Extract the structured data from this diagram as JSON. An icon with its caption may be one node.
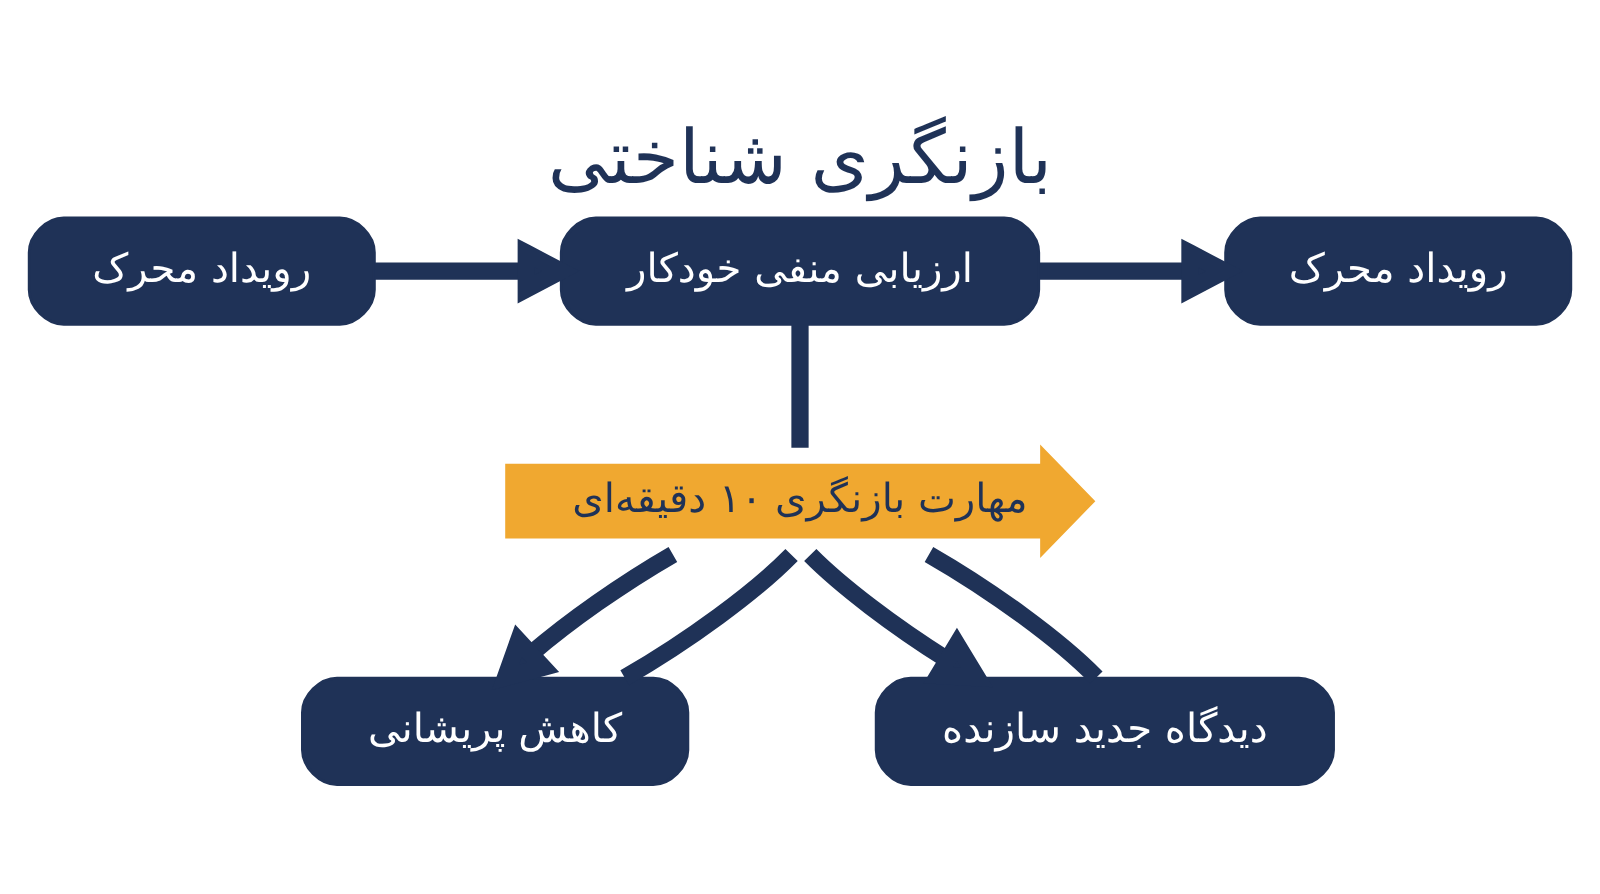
{
  "diagram": {
    "title": "بازنگری شناختی",
    "nodes": [
      {
        "text": [
          "رویداد محرک"
        ]
      },
      {
        "text": [
          "ارزیابی منفی خودکار"
        ]
      },
      {
        "text": [
          "رویداد محرک"
        ]
      },
      {
        "text": [
          "مهارت بازنگری ۱۰ دقیقه‌ای"
        ]
      },
      {
        "text": [
          "کاهش پریشانی"
        ]
      },
      {
        "text": [
          "دیدگاه جدید سازنده"
        ]
      }
    ],
    "edges": [
      {
        "from": 0,
        "to": 1,
        "arrow": "to"
      },
      {
        "from": 1,
        "to": 2,
        "arrow": "to"
      },
      {
        "from": 1,
        "to": 3,
        "arrow": "none"
      },
      {
        "from": 3,
        "to": 4,
        "arrow": "to"
      },
      {
        "from": 3,
        "to": 4,
        "arrow": "none"
      },
      {
        "from": 3,
        "to": 5,
        "arrow": "to"
      },
      {
        "from": 3,
        "to": 5,
        "arrow": "none"
      }
    ]
  }
}
